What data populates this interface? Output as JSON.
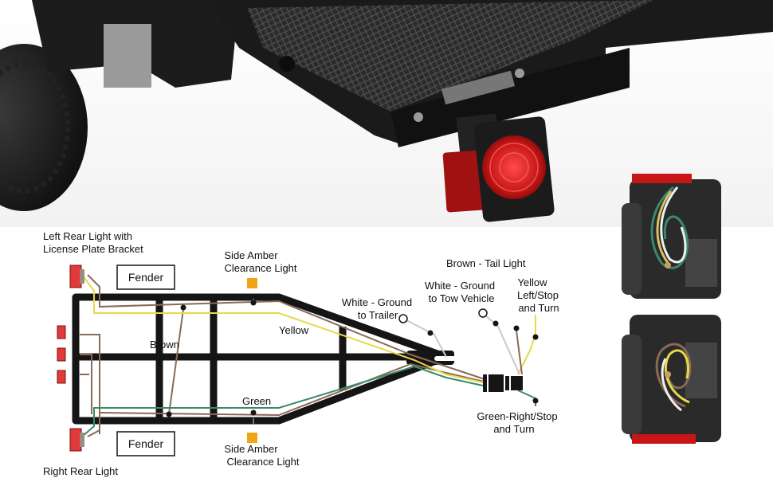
{
  "photo": {
    "description_icon": "trailer-rear-photo-icon"
  },
  "diagram": {
    "labels": {
      "left_rear_light_line1": "Left Rear Light with",
      "left_rear_light_line2": "License Plate Bracket",
      "right_rear_light": "Right Rear Light",
      "fender_top": "Fender",
      "fender_bottom": "Fender",
      "side_amber_top_line1": "Side Amber",
      "side_amber_top_line2": "Clearance Light",
      "side_amber_bottom_line1": "Side Amber",
      "side_amber_bottom_line2": "Clearance Light",
      "brown": "Brown",
      "yellow": "Yellow",
      "green": "Green",
      "white_ground_trailer_line1": "White - Ground",
      "white_ground_trailer_line2": "to Trailer",
      "white_ground_vehicle_line1": "White - Ground",
      "white_ground_vehicle_line2": "to  Tow Vehicle",
      "brown_tail_light": "Brown - Tail Light",
      "yellow_left_line1": "Yellow",
      "yellow_left_line2": "Left/Stop",
      "yellow_left_line3": "and Turn",
      "green_right_line1": "Green-Right/Stop",
      "green_right_line2": "and Turn"
    },
    "colors": {
      "frame": "#151515",
      "brown_wire": "#8a6a55",
      "yellow_wire": "#e8d94a",
      "green_wire": "#3a8a6a",
      "white_wire": "#c9c9c9",
      "light_red": "#e23a3a",
      "amber": "#f2a417"
    }
  }
}
